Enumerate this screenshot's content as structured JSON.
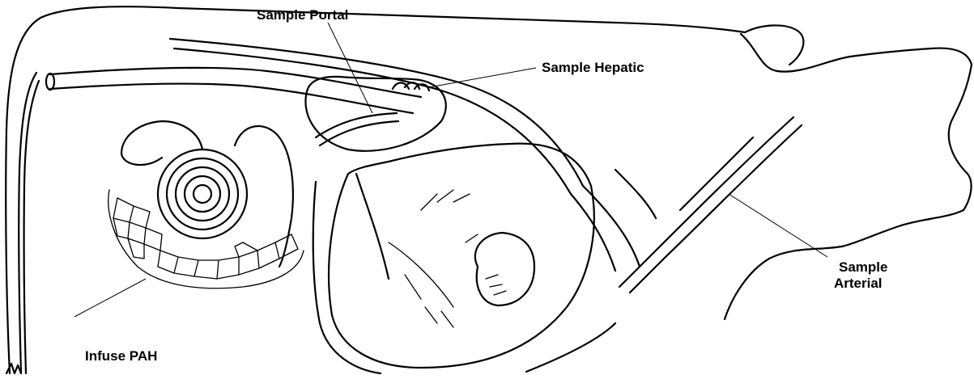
{
  "labels": {
    "sample_portal": "Sample Portal",
    "sample_hepatic": "Sample Hepatic",
    "sample_arterial_line1": "Sample",
    "sample_arterial_line2": "Arterial",
    "infuse_pah": "Infuse PAH"
  },
  "colors": {
    "ink": "#000000",
    "background": "#ffffff"
  }
}
